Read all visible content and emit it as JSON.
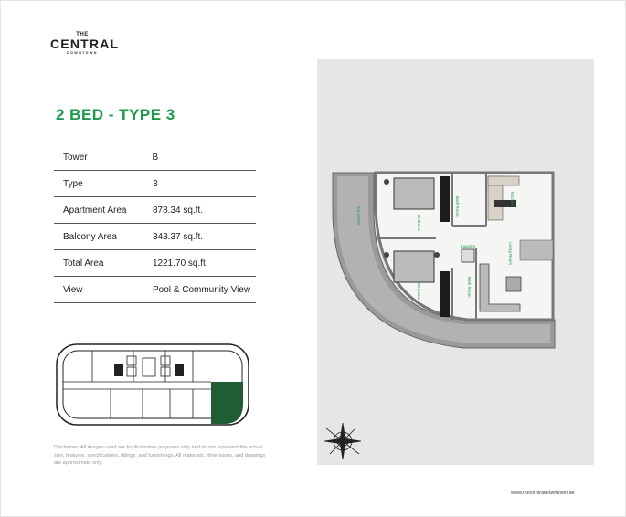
{
  "brand": {
    "the": "THE",
    "name": "CENTRAL",
    "sub": "DOWNTOWN"
  },
  "title": "2 BED - TYPE 3",
  "specs": [
    {
      "label": "Tower",
      "value": "B"
    },
    {
      "label": "Type",
      "value": "3"
    },
    {
      "label": "Apartment Area",
      "value": "878.34 sq.ft."
    },
    {
      "label": "Balcony Area",
      "value": "343.37 sq.ft."
    },
    {
      "label": "Total Area",
      "value": "1221.70 sq.ft."
    },
    {
      "label": "View",
      "value": "Pool & Community View"
    }
  ],
  "disclaimer": "Disclaimer: All images used are for illustrative purposes only and do not represent the actual size, features, specifications, fittings, and furnishings. All materials, dimensions, and drawings are approximate only.",
  "plan_labels": {
    "balcony": "BALCONY",
    "bedroom1": "Bedroom",
    "bath1": "Bath Room",
    "kitchen": "Kitchen",
    "laundry": "Laundry",
    "living": "Living Room",
    "bedroom2": "Bedroom",
    "bath2": "Bath Room"
  },
  "highlight_color": "#1e5e32",
  "accent_color": "#1a9a4a",
  "footer_url": "www.thecentraldowntown.ae"
}
